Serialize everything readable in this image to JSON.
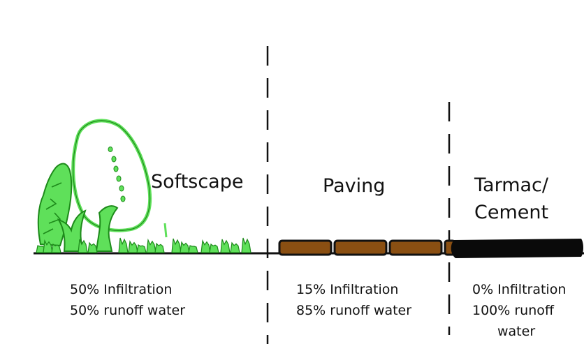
{
  "zones": [
    {
      "id": "softscape",
      "label": "Softscape",
      "infiltration_text": "50% Infiltration",
      "runoff_text": "50% runoff water",
      "infiltration_pct": 50,
      "runoff_pct": 50
    },
    {
      "id": "paving",
      "label": "Paving",
      "infiltration_text": "15% Infiltration",
      "runoff_text": "85% runoff water",
      "infiltration_pct": 15,
      "runoff_pct": 85
    },
    {
      "id": "tarmac",
      "label_line1": "Tarmac/",
      "label_line2": "Cement",
      "infiltration_text": "0% Infiltration",
      "runoff_line1": "100% runoff",
      "runoff_line2": "water",
      "infiltration_pct": 0,
      "runoff_pct": 100
    }
  ],
  "colors": {
    "vegetation": "#5fe05a",
    "vegetation_outline": "#1d8a1a",
    "paver_fill": "#8a4f12",
    "paver_outline": "#111111",
    "tarmac": "#0a0a0a",
    "ground_line": "#111111",
    "divider": "#111111"
  }
}
